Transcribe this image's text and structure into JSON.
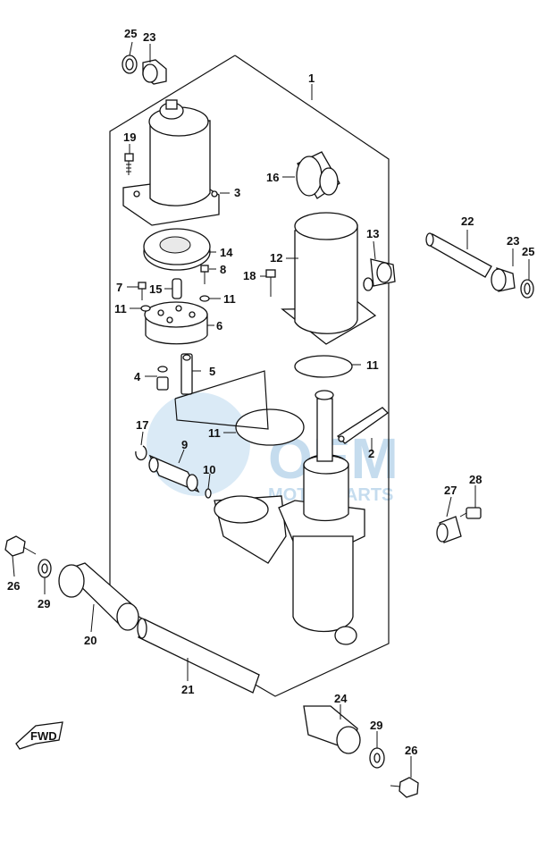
{
  "diagram": {
    "callouts": [
      {
        "id": "c25a",
        "label": "25"
      },
      {
        "id": "c23a",
        "label": "23"
      },
      {
        "id": "c1",
        "label": "1"
      },
      {
        "id": "c19",
        "label": "19"
      },
      {
        "id": "c3",
        "label": "3"
      },
      {
        "id": "c16",
        "label": "16"
      },
      {
        "id": "c22",
        "label": "22"
      },
      {
        "id": "c13",
        "label": "13"
      },
      {
        "id": "c12",
        "label": "12"
      },
      {
        "id": "c23b",
        "label": "23"
      },
      {
        "id": "c25b",
        "label": "25"
      },
      {
        "id": "c14",
        "label": "14"
      },
      {
        "id": "c8",
        "label": "8"
      },
      {
        "id": "c18",
        "label": "18"
      },
      {
        "id": "c7",
        "label": "7"
      },
      {
        "id": "c15",
        "label": "15"
      },
      {
        "id": "c11a",
        "label": "11"
      },
      {
        "id": "c11b",
        "label": "11"
      },
      {
        "id": "c6",
        "label": "6"
      },
      {
        "id": "c11c",
        "label": "11"
      },
      {
        "id": "c4",
        "label": "4"
      },
      {
        "id": "c5",
        "label": "5"
      },
      {
        "id": "c11d",
        "label": "11"
      },
      {
        "id": "c17",
        "label": "17"
      },
      {
        "id": "c2",
        "label": "2"
      },
      {
        "id": "c9",
        "label": "9"
      },
      {
        "id": "c10",
        "label": "10"
      },
      {
        "id": "c27",
        "label": "27"
      },
      {
        "id": "c28",
        "label": "28"
      },
      {
        "id": "c26a",
        "label": "26"
      },
      {
        "id": "c29a",
        "label": "29"
      },
      {
        "id": "c20",
        "label": "20"
      },
      {
        "id": "c21",
        "label": "21"
      },
      {
        "id": "c24",
        "label": "24"
      },
      {
        "id": "c29b",
        "label": "29"
      },
      {
        "id": "c26b",
        "label": "26"
      }
    ],
    "fwd_label": "FWD",
    "watermark": {
      "line1": "OEM",
      "line2": "MOTORPARTS"
    },
    "colors": {
      "line": "#111111",
      "watermark": "#9fc6e4"
    }
  }
}
